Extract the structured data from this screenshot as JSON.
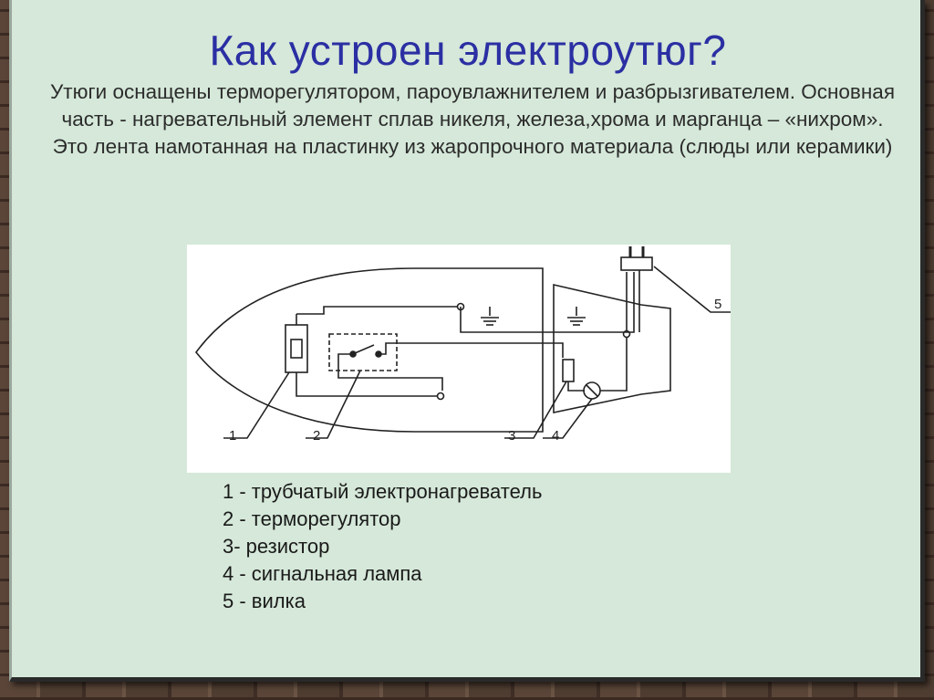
{
  "title": "Как устроен электроутюг?",
  "description": "Утюги оснащены терморегулятором, пароувлажнителем и разбрызгивателем. Основная часть - нагревательный элемент сплав никеля, железа,хрома и марганца – «нихром». Это лента намотанная на пластинку из жаропрочного материала (слюды или керамики)",
  "diagram": {
    "callouts": [
      "1",
      "2",
      "3",
      "4",
      "5"
    ]
  },
  "legend": [
    "1 - трубчатый электронагреватель",
    "2 - терморегулятор",
    "3- резистор",
    "4 - сигнальная лампа",
    "5 - вилка"
  ]
}
